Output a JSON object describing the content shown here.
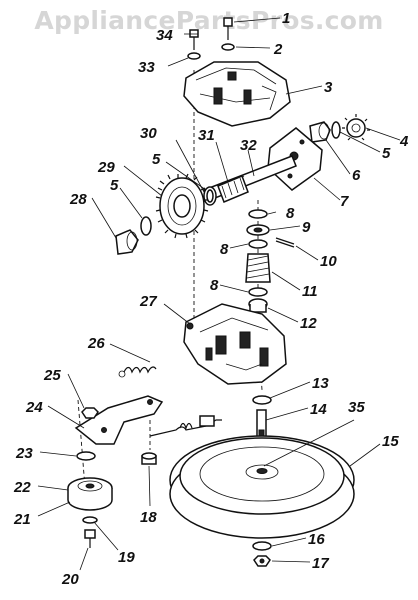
{
  "watermark": "AppliancePartsPros.com",
  "callouts": [
    "1",
    "2",
    "3",
    "4",
    "5",
    "5",
    "5",
    "6",
    "7",
    "8",
    "8",
    "8",
    "9",
    "10",
    "11",
    "12",
    "13",
    "14",
    "15",
    "16",
    "17",
    "18",
    "19",
    "20",
    "21",
    "22",
    "23",
    "24",
    "25",
    "26",
    "27",
    "28",
    "29",
    "30",
    "31",
    "32",
    "33",
    "34",
    "35"
  ]
}
